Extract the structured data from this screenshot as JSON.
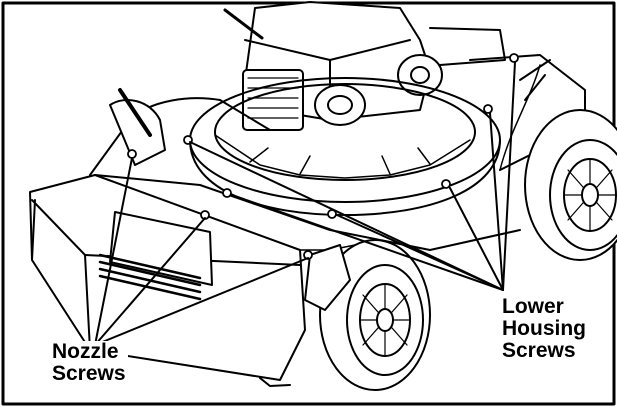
{
  "diagram": {
    "callouts": {
      "nozzle": [
        "Nozzle",
        "Screws"
      ],
      "lower_housing": [
        "Lower",
        "Housing",
        "Screws"
      ]
    },
    "colors": {
      "ink": "#000000",
      "paper": "#ffffff"
    }
  }
}
